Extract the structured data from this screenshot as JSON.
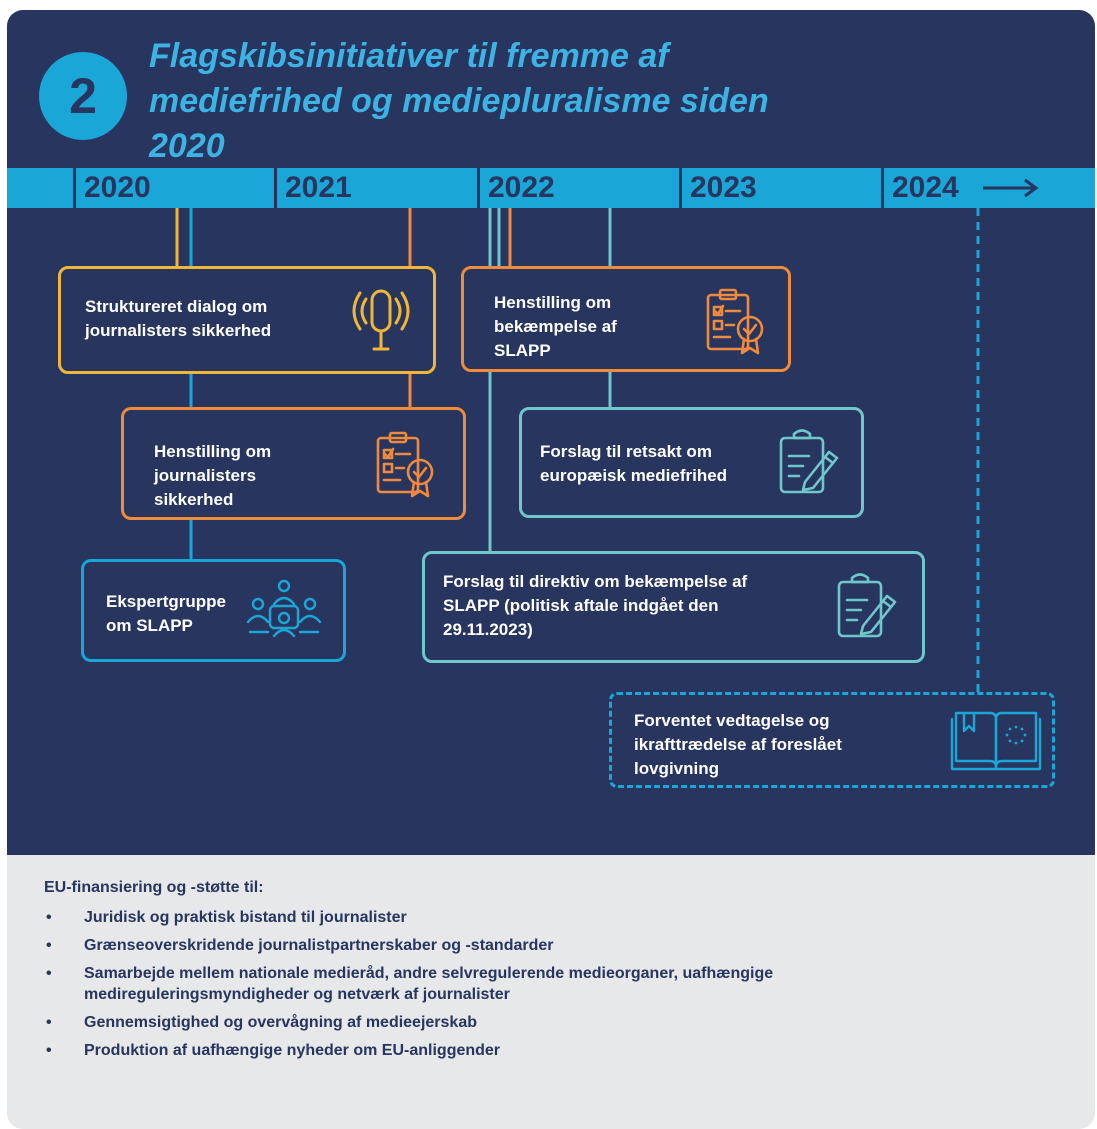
{
  "badge": "2",
  "title": "Flagskibsinitiativer til fremme af mediefrihed og mediepluralisme siden 2020",
  "timeline": {
    "years": [
      "2020",
      "2021",
      "2022",
      "2023",
      "2024"
    ],
    "arrow_icon": "long-right-arrow-icon"
  },
  "boxes": [
    {
      "text": "Struktureret dialog om journalisters sikkerhed",
      "icon": "podcast-microphone-icon",
      "color": "#f0b737"
    },
    {
      "text": "Henstilling om journalisters sikkerhed",
      "icon": "clipboard-checklist-award-icon",
      "color": "#f08a3c"
    },
    {
      "text": "Ekspertgruppe om SLAPP",
      "icon": "meeting-group-icon",
      "color": "#1aa7d8"
    },
    {
      "text": "Henstilling om bekæmpelse af SLAPP",
      "icon": "clipboard-checklist-award-icon",
      "color": "#f08a3c"
    },
    {
      "text": "Forslag til retsakt om europæisk mediefrihed",
      "icon": "clipboard-pencil-icon",
      "color": "#6fc7cb"
    },
    {
      "text": "Forslag til direktiv om bekæmpelse af SLAPP (politisk aftale indgået den 29.11.2023)",
      "icon": "clipboard-pencil-icon",
      "color": "#6fc7cb"
    },
    {
      "text": "Forventet vedtagelse og ikrafttrædelse af foreslået lovgivning",
      "icon": "eu-law-book-icon",
      "color": "#1aa7d8"
    }
  ],
  "funding": {
    "title": "EU-finansiering og -støtte til:",
    "items": [
      "Juridisk og praktisk bistand til journalister",
      "Grænseoverskridende journalistpartnerskaber og -standarder",
      "Samarbejde mellem nationale mediеråd, andre selvregulerende medieorganer, uafhængige medireguleringsmyndigheder og netværk af journalister",
      "Gennemsigtighed og overvågning af medieejerskab",
      "Produktion af uafhængige nyheder om EU-anliggender"
    ]
  }
}
